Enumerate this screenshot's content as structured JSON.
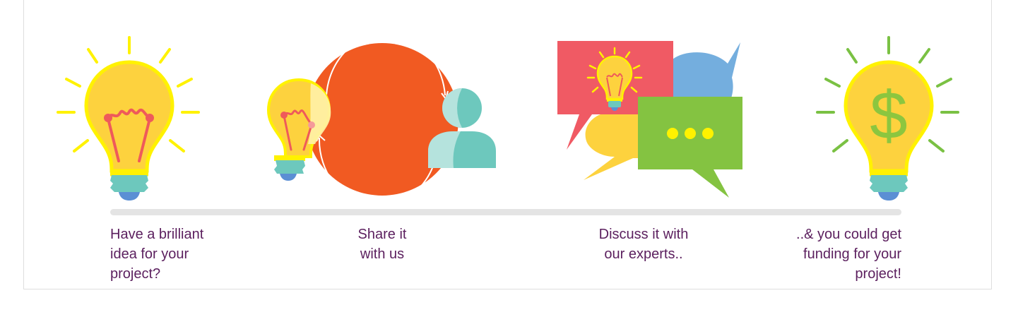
{
  "steps": [
    {
      "caption": "Have a brilliant\nidea for your\nproject?",
      "icon": "lightbulb-icon"
    },
    {
      "caption": "Share it\nwith us",
      "icon": "share-cycle-icon"
    },
    {
      "caption": "Discuss it with\nour experts..",
      "icon": "speech-bubbles-icon"
    },
    {
      "caption": "..& you could get\nfunding for your\nproject!",
      "icon": "dollar-lightbulb-icon"
    }
  ],
  "colors": {
    "caption_text": "#5b1f5e",
    "bulb_yellow": "#fdd23e",
    "bulb_outline": "#fff200",
    "filament_red": "#ef5a5a",
    "base_teal": "#6dc8bd",
    "base_blue": "#5b8fd4",
    "circle_orange": "#f15a22",
    "bubble_red": "#f05a64",
    "bubble_blue": "#74aede",
    "bubble_green": "#84c341",
    "dollar_green": "#8cc63f",
    "ray_green": "#7ac143",
    "timeline_gray": "#e4e4e4"
  }
}
